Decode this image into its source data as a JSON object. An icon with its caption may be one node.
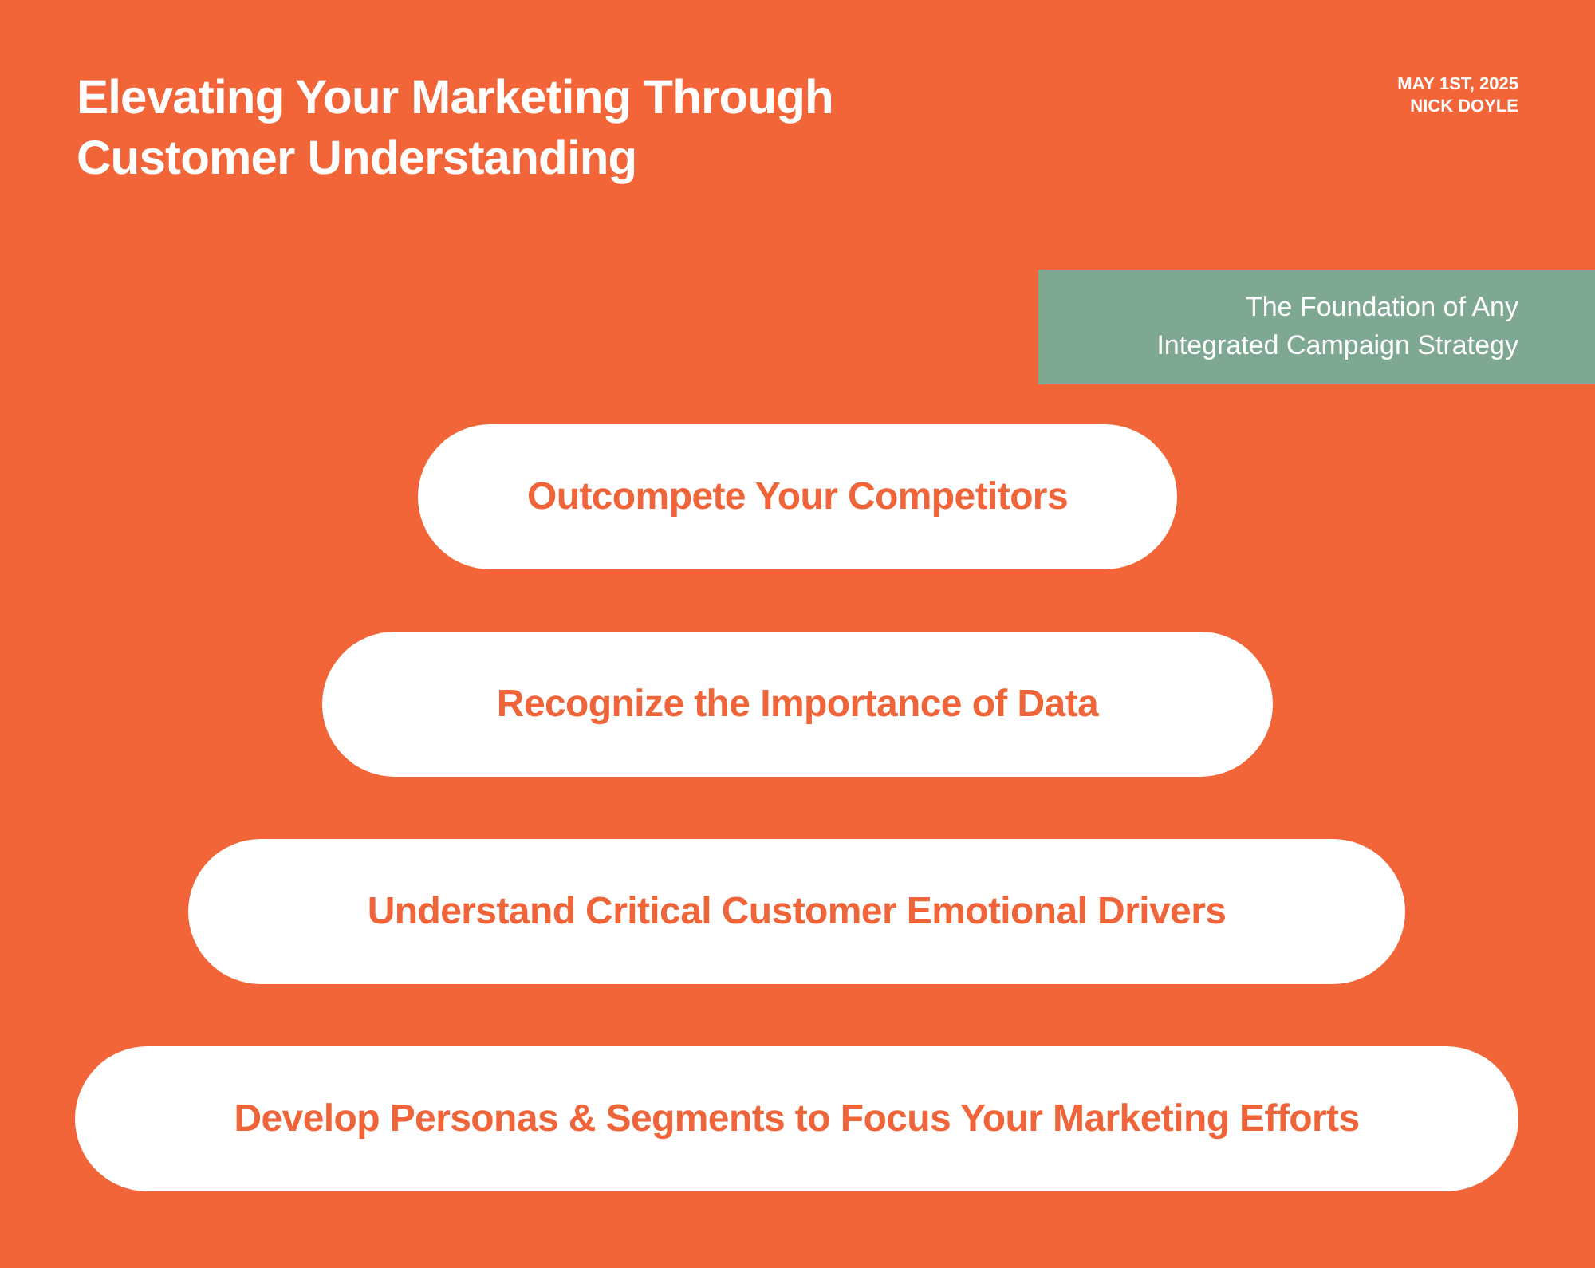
{
  "diagram": {
    "title": "Elevating Your Marketing Through Customer Understanding",
    "nodes": [
      {
        "text": [
          "The Foundation of Any Integrated Campaign Strategy"
        ]
      },
      {
        "text": [
          "Outcompete Your Competitors"
        ]
      },
      {
        "text": [
          "Recognize the Importance of Data"
        ]
      },
      {
        "text": [
          "Understand Critical Customer Emotional Drivers"
        ]
      },
      {
        "text": [
          "Develop Personas & Segments to Focus Your Marketing Efforts"
        ]
      }
    ],
    "labels": [
      "MAY 1ST, 2025",
      "NICK DOYLE"
    ]
  }
}
